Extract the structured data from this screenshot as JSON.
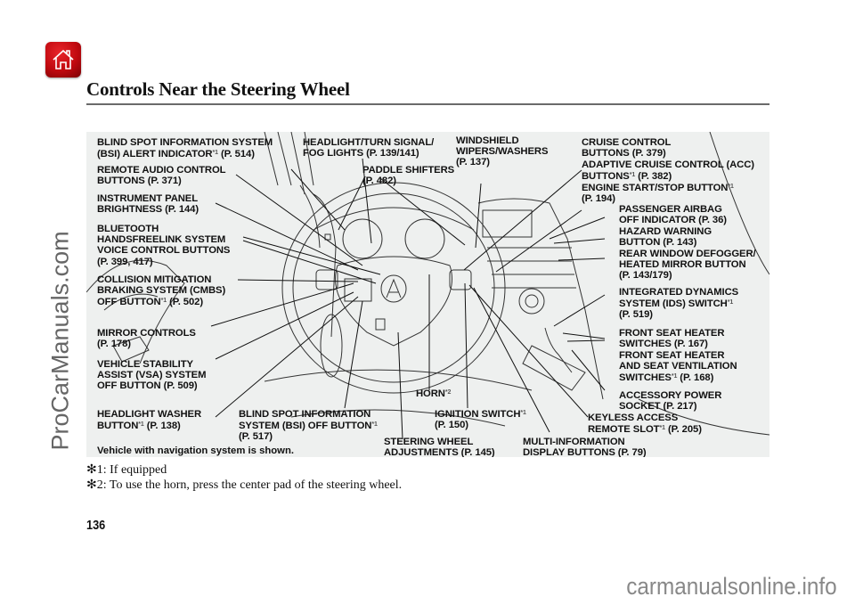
{
  "header": {
    "home_icon": "home-icon",
    "title": "Controls Near the Steering Wheel"
  },
  "diagram": {
    "background": "#eef0ef",
    "labels": {
      "bsi_alert": {
        "lines": [
          "BLIND SPOT INFORMATION SYSTEM",
          "(BSI) ALERT INDICATOR"
        ],
        "marker": "*1",
        "page": "(P. 514)"
      },
      "remote_audio": {
        "lines": [
          "REMOTE AUDIO CONTROL",
          "BUTTONS (P. 371)"
        ]
      },
      "instrument_panel": {
        "lines": [
          "INSTRUMENT PANEL",
          "BRIGHTNESS (P. 144)"
        ]
      },
      "bluetooth": {
        "lines": [
          "BLUETOOTH",
          "HANDSFREELINK SYSTEM",
          "VOICE CONTROL BUTTONS",
          "(P. 399, 417)"
        ]
      },
      "cmbs": {
        "lines": [
          "COLLISION MITIGATION",
          "BRAKING SYSTEM (CMBS)",
          "OFF BUTTON"
        ],
        "marker": "*1",
        "page": "(P. 502)"
      },
      "mirror": {
        "lines": [
          "MIRROR CONTROLS",
          "(P. 178)"
        ]
      },
      "vsa": {
        "lines": [
          "VEHICLE STABILITY",
          "ASSIST (VSA) SYSTEM",
          "OFF BUTTON (P. 509)"
        ]
      },
      "headlight_washer": {
        "lines": [
          "HEADLIGHT WASHER",
          "BUTTON"
        ],
        "marker": "*1",
        "page": "(P. 138)"
      },
      "bsi_off": {
        "lines": [
          "BLIND SPOT INFORMATION",
          "SYSTEM (BSI) OFF BUTTON"
        ],
        "marker": "*1",
        "page": "(P. 517)"
      },
      "headlight_turn": {
        "lines": [
          "HEADLIGHT/TURN SIGNAL/",
          "FOG LIGHTS (P. 139/141)"
        ]
      },
      "paddle": {
        "lines": [
          "PADDLE SHIFTERS",
          "(P. 482)"
        ]
      },
      "wipers": {
        "lines": [
          "WINDSHIELD",
          "WIPERS/WASHERS",
          "(P. 137)"
        ]
      },
      "cruise": {
        "lines": [
          "CRUISE CONTROL",
          "BUTTONS (P. 379)"
        ]
      },
      "acc": {
        "lines": [
          "ADAPTIVE CRUISE CONTROL (ACC)",
          "BUTTONS"
        ],
        "marker": "*1",
        "page": "(P. 382)"
      },
      "engine": {
        "lines": [
          "ENGINE START/STOP BUTTON"
        ],
        "marker": "*1",
        "page": "(P. 194)"
      },
      "airbag": {
        "lines": [
          "PASSENGER AIRBAG",
          "OFF INDICATOR (P. 36)"
        ]
      },
      "hazard": {
        "lines": [
          "HAZARD WARNING",
          "BUTTON (P. 143)"
        ]
      },
      "defogger": {
        "lines": [
          "REAR WINDOW DEFOGGER/",
          "HEATED MIRROR BUTTON",
          "(P. 143/179)"
        ]
      },
      "ids": {
        "lines": [
          "INTEGRATED DYNAMICS",
          "SYSTEM (IDS) SWITCH"
        ],
        "marker": "*1",
        "page": "(P. 519)"
      },
      "seat_heater": {
        "lines": [
          "FRONT SEAT HEATER",
          "SWITCHES (P. 167)"
        ]
      },
      "seat_vent": {
        "lines": [
          "FRONT SEAT HEATER",
          "AND SEAT VENTILATION",
          "SWITCHES"
        ],
        "marker": "*1",
        "page": "(P. 168)"
      },
      "accessory": {
        "lines": [
          "ACCESSORY POWER",
          "SOCKET (P. 217)"
        ]
      },
      "horn": {
        "lines": [
          "HORN"
        ],
        "marker": "*2"
      },
      "ignition": {
        "lines": [
          "IGNITION SWITCH"
        ],
        "marker": "*1",
        "page": "(P. 150)"
      },
      "keyless": {
        "lines": [
          "KEYLESS ACCESS",
          "REMOTE SLOT"
        ],
        "marker": "*1",
        "page": "(P. 205)"
      },
      "steering_adj": {
        "lines": [
          "STEERING WHEEL",
          "ADJUSTMENTS (P. 145)"
        ]
      },
      "multi_info": {
        "lines": [
          "MULTI-INFORMATION",
          "DISPLAY BUTTONS (P. 79)"
        ]
      }
    },
    "note": "Vehicle with navigation system is shown."
  },
  "footnotes": [
    "✻1: If equipped",
    "✻2: To use the horn, press the center pad of the steering wheel."
  ],
  "page_number": "136",
  "watermarks": {
    "left": "ProCarManuals.com",
    "bottom": "carmanualsonline.info"
  }
}
